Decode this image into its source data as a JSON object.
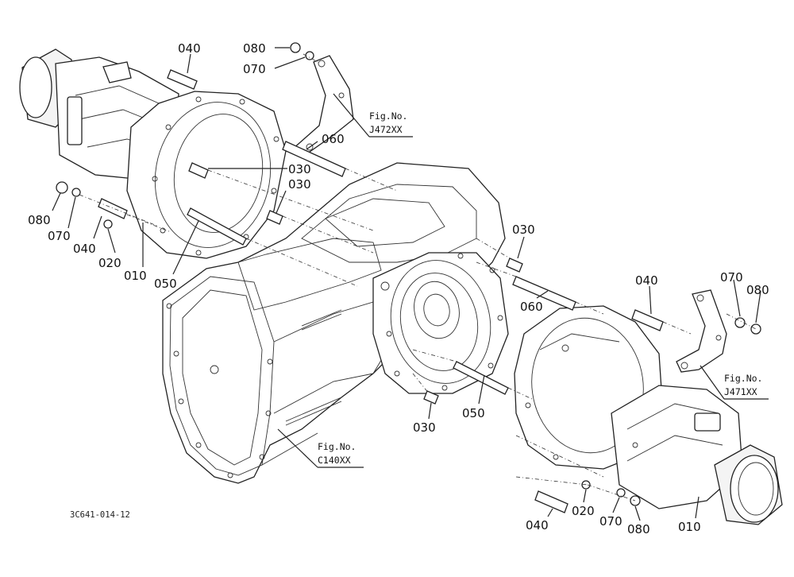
{
  "callouts": {
    "left_040": "040",
    "top_080": "080",
    "top_070": "070",
    "upper_060": "060",
    "upper_030_a": "030",
    "upper_030_b": "030",
    "left_080": "080",
    "left_070": "070",
    "left_040_lower": "040",
    "left_020": "020",
    "left_010": "010",
    "left_050": "050",
    "right_030_top": "030",
    "right_060": "060",
    "right_040": "040",
    "right_070_top": "070",
    "right_080_top": "080",
    "mid_050": "050",
    "mid_030": "030",
    "bottom_040": "040",
    "bottom_020": "020",
    "bottom_070": "070",
    "bottom_080": "080",
    "bottom_010": "010"
  },
  "figrefs": {
    "j472": {
      "label": "Fig.No.",
      "code": "J472XX"
    },
    "j471": {
      "label": "Fig.No.",
      "code": "J471XX"
    },
    "c140": {
      "label": "Fig.No.",
      "code": "C140XX"
    }
  },
  "drawing_code": "3C641-014-12"
}
